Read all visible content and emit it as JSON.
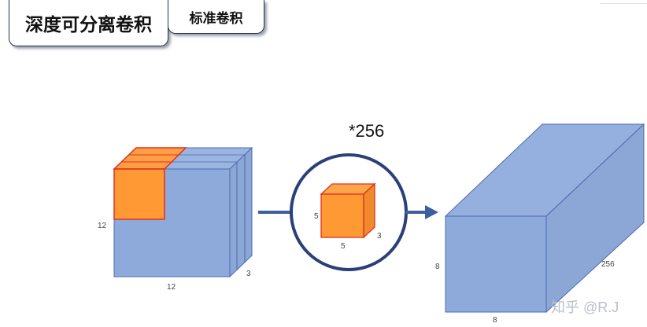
{
  "tabs": [
    {
      "label": "深度可分离卷积"
    },
    {
      "label": "标准卷积"
    }
  ],
  "diagram": {
    "multiplier": "*256",
    "input": {
      "height_label": "12",
      "width_label": "12",
      "depth_label": "3"
    },
    "kernel": {
      "height_label": "5",
      "width_label": "5",
      "depth_label": "3"
    },
    "output": {
      "height_label": "8",
      "width_label": "8",
      "depth_label": "256"
    }
  },
  "watermark": "知乎 @R.J",
  "colors": {
    "cube_blue": "#8eaadb",
    "kernel_orange": "#ff9933",
    "edge_blue": "#4a6cb0",
    "edge_red": "#e0301e",
    "arrow_blue": "#3e5f9e",
    "circle_navy": "#2b3f79"
  }
}
